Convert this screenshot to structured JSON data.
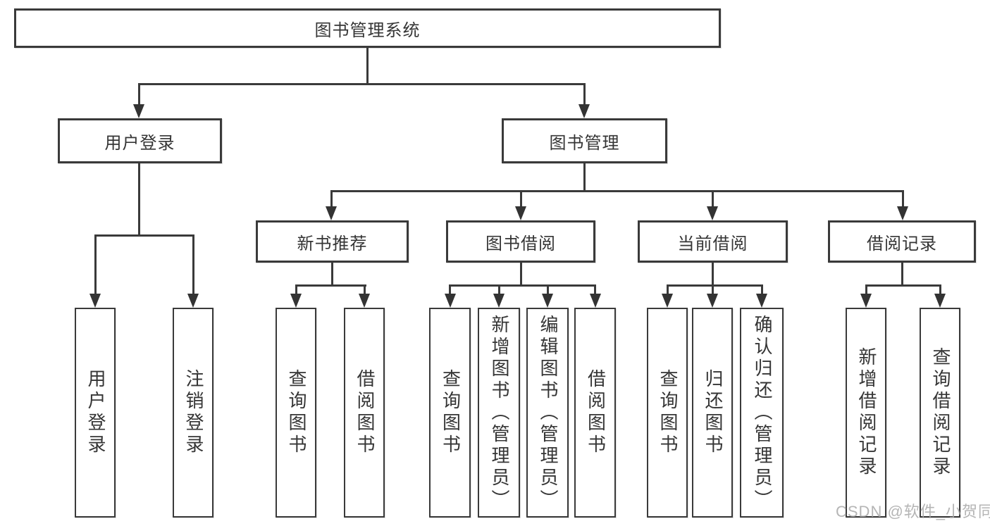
{
  "diagram": {
    "title": "图书管理系统",
    "type": "hierarchy-tree",
    "colors": {
      "line": "#3a3a3a",
      "text": "#353535",
      "box_background": "#ffffff",
      "page_background": "#ffffff",
      "watermark": "#a8a8a8"
    },
    "watermark": "CSDN @软件_小贺同学",
    "tree": {
      "root": {
        "label": "图书管理系统",
        "children": [
          {
            "label": "用户登录",
            "children": [
              {
                "label": "用户登录"
              },
              {
                "label": "注销登录"
              }
            ]
          },
          {
            "label": "图书管理",
            "children": [
              {
                "label": "新书推荐",
                "children": [
                  {
                    "label": "查询图书"
                  },
                  {
                    "label": "借阅图书"
                  }
                ]
              },
              {
                "label": "图书借阅",
                "children": [
                  {
                    "label": "查询图书"
                  },
                  {
                    "label": "新增图书（管理员）"
                  },
                  {
                    "label": "编辑图书（管理员）"
                  },
                  {
                    "label": "借阅图书"
                  }
                ]
              },
              {
                "label": "当前借阅",
                "children": [
                  {
                    "label": "查询图书"
                  },
                  {
                    "label": "归还图书"
                  },
                  {
                    "label": "确认归还（管理员）"
                  }
                ]
              },
              {
                "label": "借阅记录",
                "children": [
                  {
                    "label": "新增借阅记录"
                  },
                  {
                    "label": "查询借阅记录"
                  }
                ]
              }
            ]
          }
        ]
      }
    }
  }
}
